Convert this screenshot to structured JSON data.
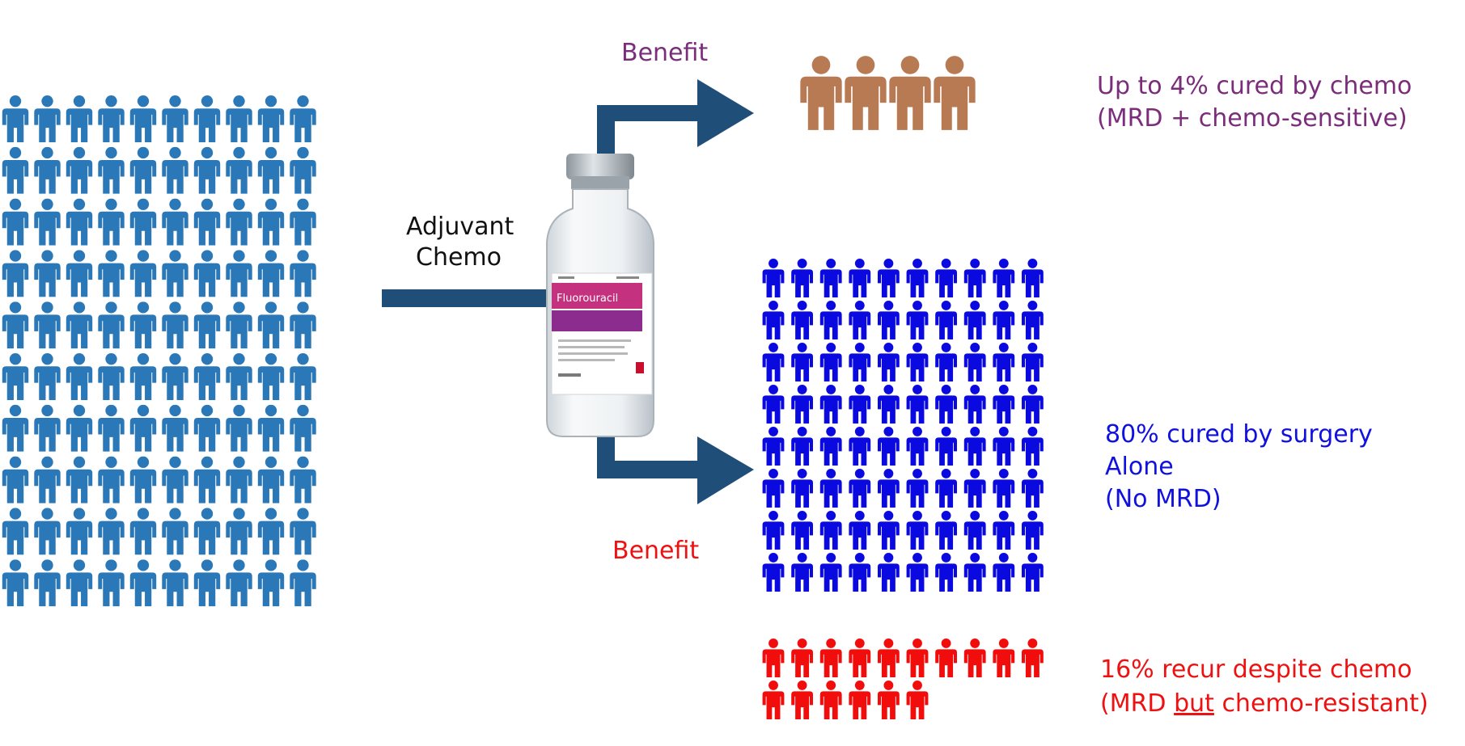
{
  "colors": {
    "population": "#2b78b8",
    "arrow": "#1f4e79",
    "chemo_cured": "#b87a53",
    "surgery_cured": "#0a0ae0",
    "recur": "#f20d0d",
    "purple_text": "#7b2d7b",
    "blue_text": "#1010e0",
    "red_text": "#ee1111"
  },
  "icons": {
    "person": "person-icon",
    "vial": "vial-icon"
  },
  "groups": {
    "initial_population": {
      "count": 100
    },
    "chemo_cured": {
      "count": 4
    },
    "surgery_cured": {
      "count": 80
    },
    "recur": {
      "count": 16
    }
  },
  "labels": {
    "adjuvant_line1": "Adjuvant",
    "adjuvant_line2": "Chemo",
    "benefit_top": "Benefit",
    "benefit_bottom": "Benefit",
    "chemo_cured_line1": "Up to 4% cured by chemo",
    "chemo_cured_line2": "(MRD + chemo-sensitive)",
    "surgery_line1": "80% cured by surgery",
    "surgery_line2": "Alone",
    "surgery_line3": "(No MRD)",
    "recur_line1": "16% recur despite chemo",
    "recur_line2_pre": "(MRD ",
    "recur_line2_underlined": "but",
    "recur_line2_post": " chemo-resistant)"
  },
  "vial": {
    "brand": "Fluorouracil"
  }
}
